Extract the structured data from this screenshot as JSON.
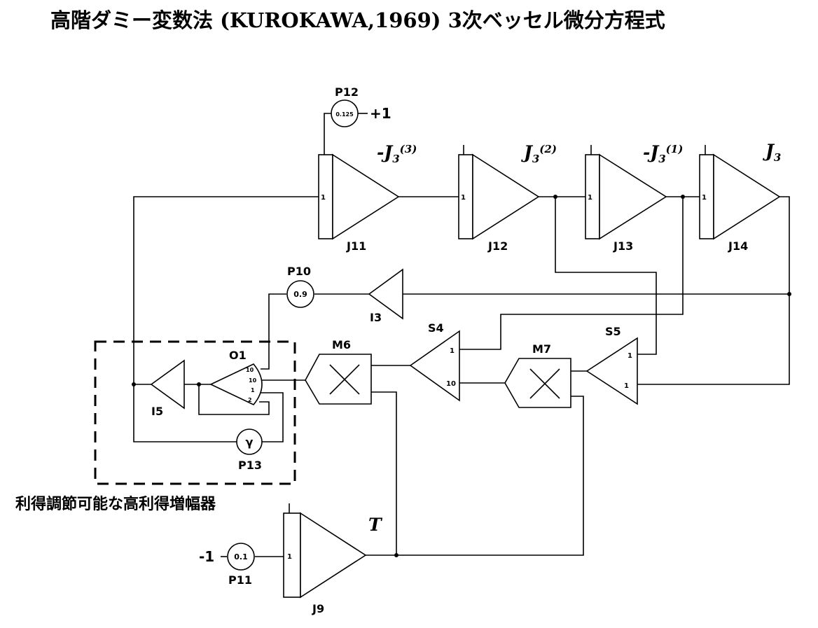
{
  "title": "高階ダミー変数法 (KUROKAWA,1969) 3次ベッセル微分方程式",
  "caption": "利得調節可能な高利得増幅器",
  "integrators": [
    {
      "id": "J11",
      "input": "1",
      "output": "-J",
      "sub": "3",
      "sup": "(3)"
    },
    {
      "id": "J12",
      "input": "1",
      "output": "J",
      "sub": "3",
      "sup": "(2)"
    },
    {
      "id": "J13",
      "input": "1",
      "output": "-J",
      "sub": "3",
      "sup": "(1)"
    },
    {
      "id": "J14",
      "input": "1",
      "output": "J",
      "sub": "3",
      "sup": ""
    },
    {
      "id": "J9",
      "input": "1",
      "output": "T"
    }
  ],
  "potentiometers": [
    {
      "id": "P12",
      "value": "0.125",
      "source": "+1"
    },
    {
      "id": "P10",
      "value": "0.9"
    },
    {
      "id": "P11",
      "value": "0.1",
      "source": "-1"
    },
    {
      "id": "P13",
      "value": "γ"
    }
  ],
  "inverters": [
    {
      "id": "I3"
    },
    {
      "id": "I5"
    }
  ],
  "summers": [
    {
      "id": "S4",
      "inputs": [
        "1",
        "10"
      ]
    },
    {
      "id": "S5",
      "inputs": [
        "1",
        "1"
      ]
    }
  ],
  "multipliers": [
    {
      "id": "M6"
    },
    {
      "id": "M7"
    }
  ],
  "opamp": {
    "id": "O1",
    "inputs": [
      "10",
      "10",
      "1",
      "2"
    ]
  }
}
